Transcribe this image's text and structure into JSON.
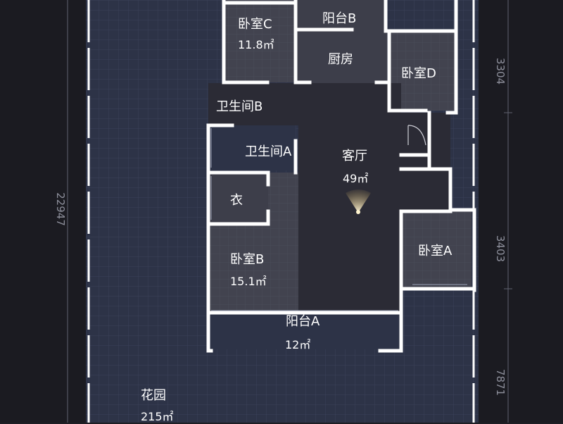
{
  "colors": {
    "background": "#1e1e24",
    "garden": "#2d3347",
    "floor": "#40414e",
    "living": "#2b2b35",
    "wall": "#ffffff",
    "dim_text": "#8d8f9b",
    "dim_line": "#5f6170"
  },
  "rooms": {
    "bedroom_c": {
      "name": "卧室C",
      "area": "11.8㎡"
    },
    "balcony_b": {
      "name": "阳台B"
    },
    "kitchen": {
      "name": "厨房"
    },
    "bedroom_d": {
      "name": "卧室D"
    },
    "bathroom_b": {
      "name": "卫生间B"
    },
    "bathroom_a": {
      "name": "卫生间A"
    },
    "living_room": {
      "name": "客厅",
      "area": "49㎡"
    },
    "closet": {
      "name": "衣"
    },
    "bedroom_b": {
      "name": "卧室B",
      "area": "15.1㎡"
    },
    "bedroom_a": {
      "name": "卧室A"
    },
    "balcony_a": {
      "name": "阳台A",
      "area": "12㎡"
    },
    "garden": {
      "name": "花园",
      "area": "215㎡"
    }
  },
  "dimensions": {
    "left_total": "22947",
    "right_top": "3304",
    "right_middle": "3403",
    "right_bottom": "7871"
  },
  "icons": {
    "viewpoint": "camera-viewpoint-icon"
  }
}
